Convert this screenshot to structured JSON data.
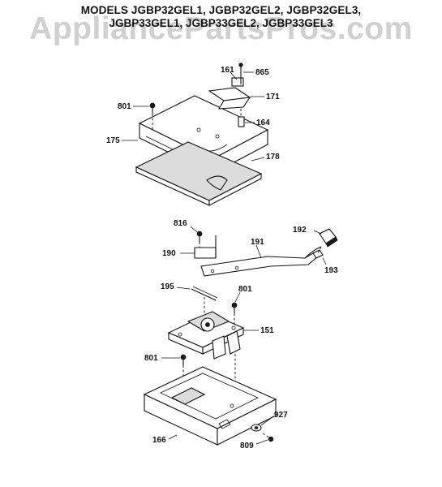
{
  "header": {
    "title_line1": "MODELS JGBP32GEL1, JGBP32GEL2, JGBP32GEL3,",
    "title_line2": "JGBP33GEL1, JGBP33GEL2, JGBP33GEL3",
    "watermark": "AppliancePartsPros.com"
  },
  "callouts": {
    "p161": "161",
    "p865": "865",
    "p171": "171",
    "p801_top": "801",
    "p164": "164",
    "p175": "175",
    "p178": "178",
    "p816": "816",
    "p192": "192",
    "p191": "191",
    "p190": "190",
    "p193": "193",
    "p195": "195",
    "p801_mid": "801",
    "p151": "151",
    "p801_low": "801",
    "p927": "927",
    "p166": "166",
    "p809": "809"
  }
}
